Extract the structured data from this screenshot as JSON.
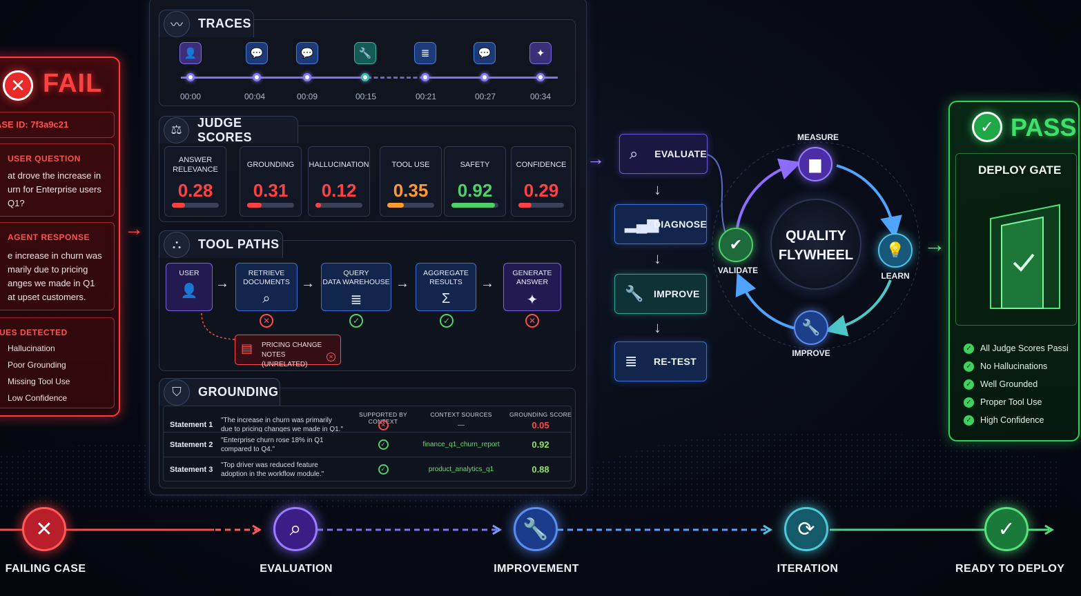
{
  "fail": {
    "title": "FAIL",
    "case_id": "ASE ID: 7f3a9c21",
    "user_question_label": "USER QUESTION",
    "user_question": [
      "at drove the increase in",
      "urn for Enterprise users",
      "Q1?"
    ],
    "agent_response_label": "AGENT RESPONSE",
    "agent_response": [
      "e increase in churn was",
      "marily due to pricing",
      "anges we made in Q1",
      "at upset customers."
    ],
    "issues_label": "UES DETECTED",
    "issues": [
      "Hallucination",
      "Poor Grounding",
      "Missing Tool Use",
      "Low Confidence"
    ]
  },
  "traces": {
    "title": "TRACES",
    "times": [
      "00:00",
      "00:04",
      "00:09",
      "00:15",
      "00:21",
      "00:27",
      "00:34"
    ]
  },
  "judge_scores": {
    "title": "JUDGE SCORES",
    "cards": [
      {
        "label": "ANSWER RELEVANCE",
        "value": "0.28",
        "score": 0.28,
        "color": "#ff4141"
      },
      {
        "label": "GROUNDING",
        "value": "0.31",
        "score": 0.31,
        "color": "#ff4141"
      },
      {
        "label": "HALLUCINATION",
        "value": "0.12",
        "score": 0.12,
        "color": "#ff4141"
      },
      {
        "label": "TOOL USE",
        "value": "0.35",
        "score": 0.35,
        "color": "#ff9a2e"
      },
      {
        "label": "SAFETY",
        "value": "0.92",
        "score": 0.92,
        "color": "#4fd169"
      },
      {
        "label": "CONFIDENCE",
        "value": "0.29",
        "score": 0.29,
        "color": "#ff4141"
      }
    ]
  },
  "tool_paths": {
    "title": "TOOL PATHS",
    "nodes": [
      {
        "label": "USER"
      },
      {
        "label": "RETRIEVE\nDOCUMENTS"
      },
      {
        "label": "QUERY\nDATA WAREHOUSE"
      },
      {
        "label": "AGGREGATE\nRESULTS"
      },
      {
        "label": "GENERATE\nANSWER"
      }
    ],
    "note": "PRICING CHANGE NOTES\n(UNRELATED)"
  },
  "grounding": {
    "title": "GROUNDING",
    "headers": [
      "SUPPORTED BY CONTEXT",
      "CONTEXT SOURCES",
      "GROUNDING SCORE"
    ],
    "rows": [
      {
        "statement": "Statement 1",
        "quote": "\"The increase in churn was primarily due to pricing changes we made in Q1.\"",
        "source": "—",
        "score": "0.05",
        "supported": false
      },
      {
        "statement": "Statement 2",
        "quote": "\"Enterprise churn rose 18% in Q1 compared to Q4.\"",
        "source": "finance_q1_churn_report",
        "score": "0.92",
        "supported": true
      },
      {
        "statement": "Statement 3",
        "quote": "\"Top driver was reduced feature adoption in the workflow module.\"",
        "source": "product_analytics_q1",
        "score": "0.88",
        "supported": true
      }
    ]
  },
  "pipeline": {
    "steps": [
      "EVALUATE",
      "DIAGNOSE",
      "IMPROVE",
      "RE-TEST"
    ]
  },
  "flywheel": {
    "center": [
      "QUALITY",
      "FLYWHEEL"
    ],
    "measure": "MEASURE",
    "learn": "LEARN",
    "improve": "IMPROVE",
    "validate": "VALIDATE"
  },
  "pass": {
    "title": "PASS",
    "deploy_gate": "DEPLOY GATE",
    "items": [
      "All Judge Scores Passi",
      "No Hallucinations",
      "Well Grounded",
      "Proper Tool Use",
      "High Confidence"
    ]
  },
  "timeline": {
    "stages": [
      "FAILING CASE",
      "EVALUATION",
      "IMPROVEMENT",
      "ITERATION",
      "READY TO DEPLOY"
    ]
  }
}
